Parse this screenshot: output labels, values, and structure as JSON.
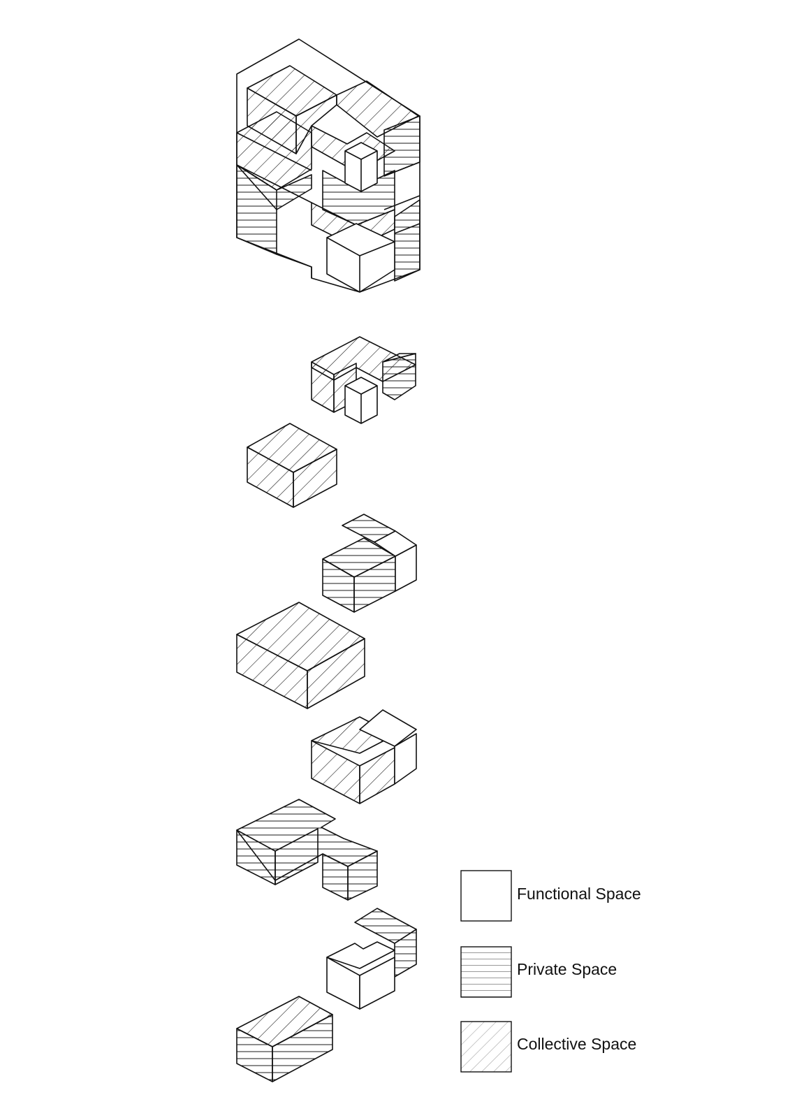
{
  "diagram": {
    "stroke_color": "#111111",
    "hatch_color": "#1a1a1a",
    "legend_hatch_color": "#9a9a9a",
    "background": "#ffffff"
  },
  "legend": {
    "functional": {
      "label": "Functional Space",
      "pattern": "none"
    },
    "private": {
      "label": "Private Space",
      "pattern": "horizontal-lines"
    },
    "collective": {
      "label": "Collective Space",
      "pattern": "diagonal-lines"
    }
  }
}
